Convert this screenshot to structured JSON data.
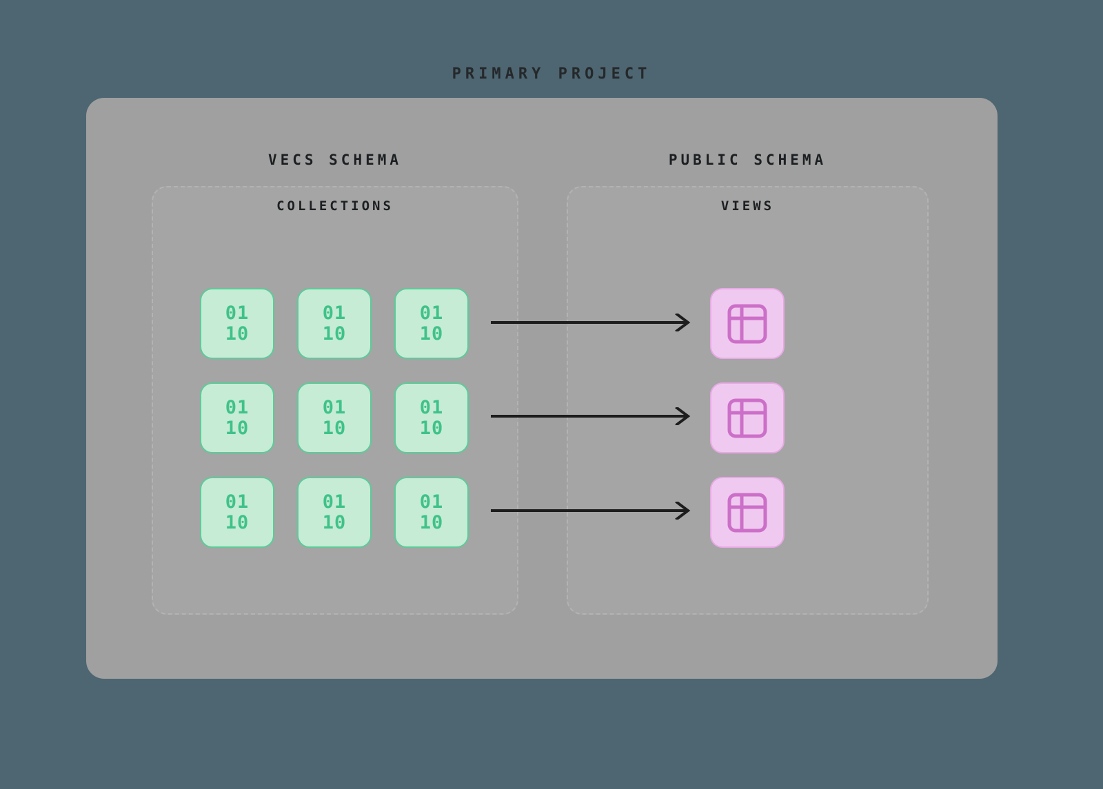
{
  "diagram": {
    "title": "PRIMARY PROJECT",
    "background_color": "#4d6671",
    "card_color": "#a0a0a0"
  },
  "schemas": [
    {
      "id": "vecs",
      "title": "VECS SCHEMA",
      "group_title": "COLLECTIONS",
      "tile_label": "01\n10",
      "tile_icon": "binary-icon",
      "tile_fill": "#c6ecd5",
      "tile_border": "#5ccb98",
      "icon_color": "#3fc289",
      "tiles": [
        {
          "label": "01\n10"
        },
        {
          "label": "01\n10"
        },
        {
          "label": "01\n10"
        },
        {
          "label": "01\n10"
        },
        {
          "label": "01\n10"
        },
        {
          "label": "01\n10"
        },
        {
          "label": "01\n10"
        },
        {
          "label": "01\n10"
        },
        {
          "label": "01\n10"
        }
      ]
    },
    {
      "id": "public",
      "title": "PUBLIC SCHEMA",
      "group_title": "VIEWS",
      "tile_icon": "table-icon",
      "tile_fill": "#f0c9f0",
      "tile_border": "#e7a9e4",
      "icon_color": "#cc6fc8",
      "tiles": [
        {
          "label": ""
        },
        {
          "label": ""
        },
        {
          "label": ""
        }
      ]
    }
  ],
  "arrows": [
    {
      "id": "arrow-1",
      "from": "collection-row-1",
      "to": "view-1",
      "color": "#1d1d1d"
    },
    {
      "id": "arrow-2",
      "from": "collection-row-2",
      "to": "view-2",
      "color": "#1d1d1d"
    },
    {
      "id": "arrow-3",
      "from": "collection-row-3",
      "to": "view-3",
      "color": "#1d1d1d"
    }
  ]
}
